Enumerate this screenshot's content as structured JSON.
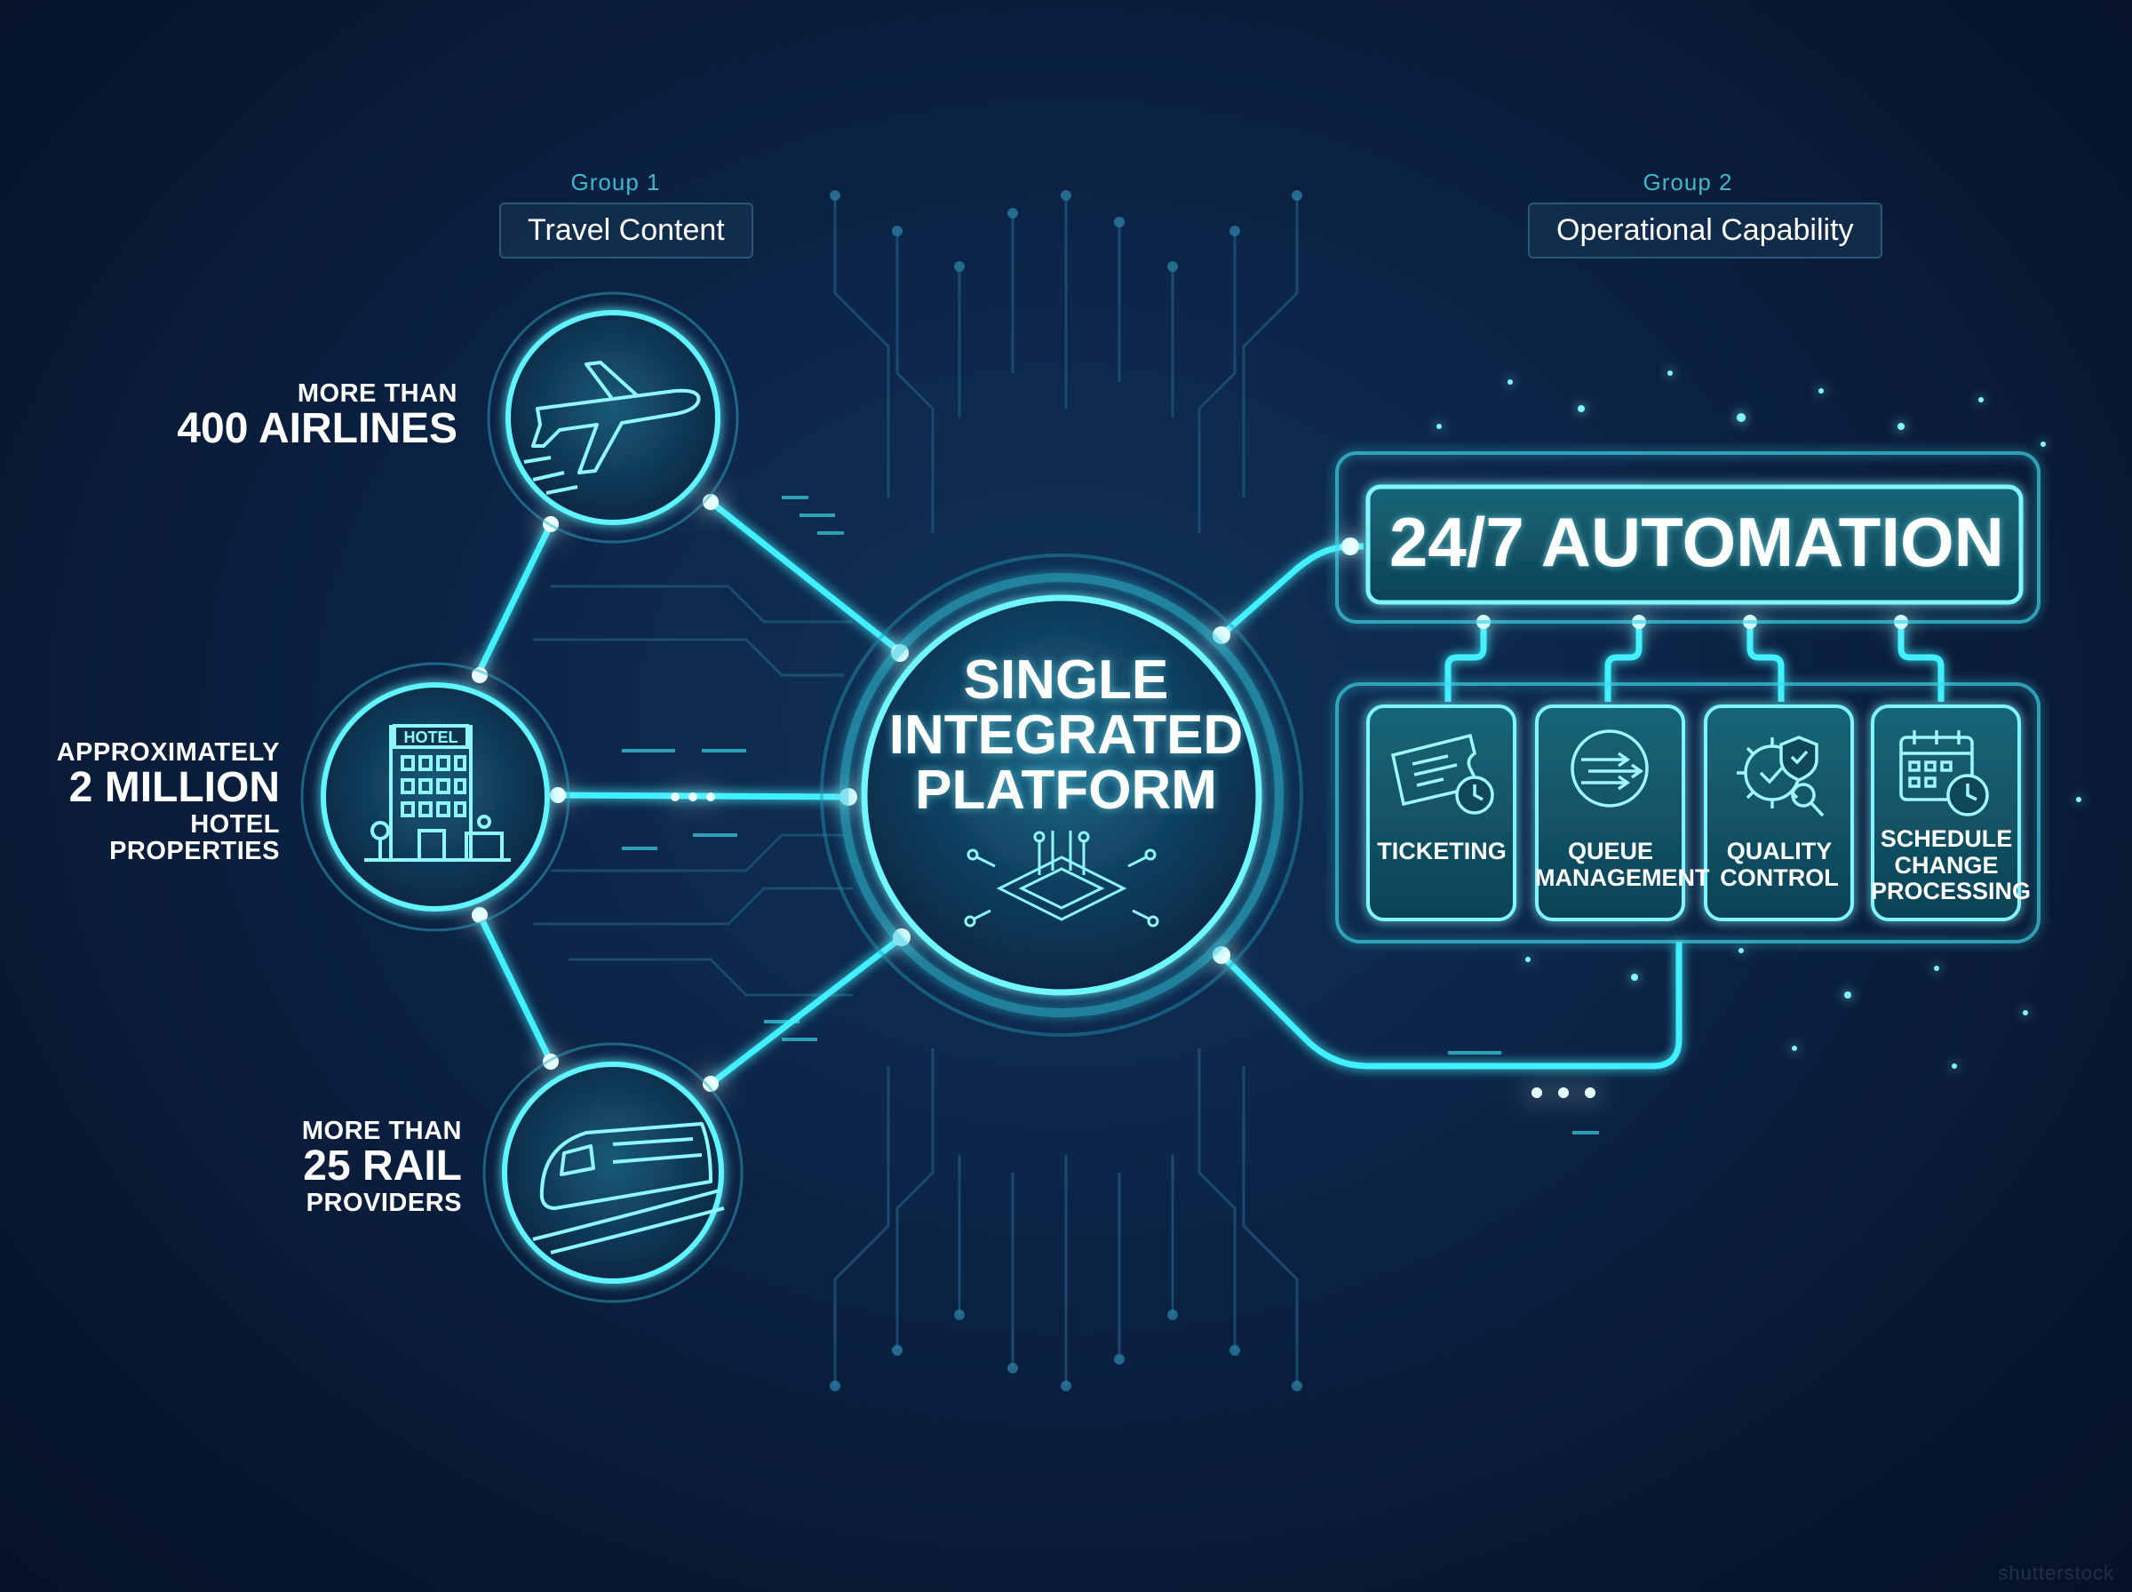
{
  "group1": {
    "label": "Group 1",
    "title": "Travel Content"
  },
  "group2": {
    "label": "Group 2",
    "title": "Operational Capability"
  },
  "stats": {
    "airlines": {
      "line1": "MORE THAN",
      "line2": "400 AIRLINES"
    },
    "hotels": {
      "line1": "APPROXIMATELY",
      "line2": "2 MILLION",
      "line3": "HOTEL PROPERTIES"
    },
    "rail": {
      "line1": "MORE THAN",
      "line2": "25 RAIL",
      "line3": "PROVIDERS"
    }
  },
  "content_icons": {
    "hotel_sign": "HOTEL"
  },
  "center": {
    "line1": "SINGLE",
    "line2": "INTEGRATED",
    "line3": "PLATFORM"
  },
  "automation": {
    "title": "24/7 AUTOMATION",
    "cards": [
      {
        "line1": "TICKETING",
        "line2": "",
        "line3": "",
        "icon": "ticket-clock-icon"
      },
      {
        "line1": "QUEUE",
        "line2": "MANAGEMENT",
        "line3": "",
        "icon": "queue-arrows-icon"
      },
      {
        "line1": "QUALITY",
        "line2": "CONTROL",
        "line3": "",
        "icon": "gear-shield-icon"
      },
      {
        "line1": "SCHEDULE",
        "line2": "CHANGE",
        "line3": "PROCESSING",
        "icon": "calendar-clock-icon"
      }
    ]
  },
  "watermark": "shutterstock",
  "colors": {
    "background": "#0a1e3d",
    "glow": "#3ff0ff",
    "accent": "#1fc8d8",
    "panel": "#0f3d52"
  }
}
